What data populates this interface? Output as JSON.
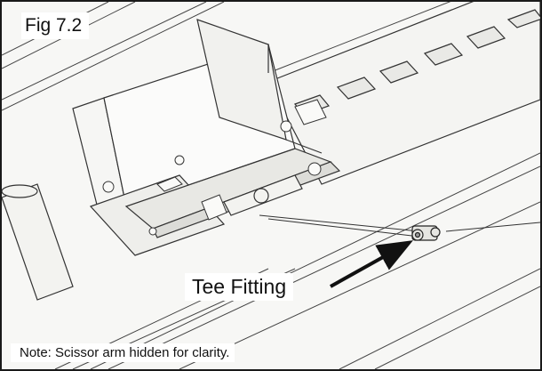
{
  "figure": {
    "label": "Fig 7.2",
    "callout": "Tee Fitting",
    "note": "Note: Scissor arm hidden for clarity."
  },
  "colors": {
    "line": "#3a3a3a",
    "fill": "#f2f2f0",
    "shadow": "#cfcfcc",
    "arrow": "#111111"
  }
}
